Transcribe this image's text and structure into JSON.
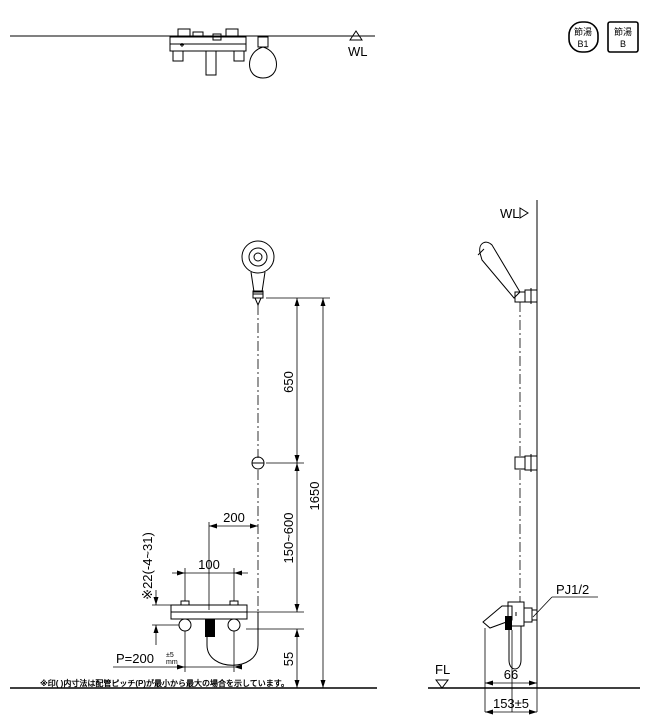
{
  "badges": {
    "left_top": "節湯",
    "left_bottom": "B1",
    "right_top": "節湯",
    "right_bottom": "B"
  },
  "labels": {
    "wl_top": "WL",
    "wl_side": "WL",
    "fl": "FL",
    "pj": "PJ1/2"
  },
  "dimensions": {
    "d650": "650",
    "d1650": "1650",
    "d150_600": "150~600",
    "d200": "200",
    "d100": "100",
    "d22": "※22(-4~31)",
    "p200": "P=200",
    "p200_sup": "±5",
    "p200_sub": "mm",
    "d55": "55",
    "d66": "66",
    "d153": "153±5"
  },
  "footnote": "※印(   )内寸法は配管ピッチ(P)が最小から最大の場合を示しています。"
}
